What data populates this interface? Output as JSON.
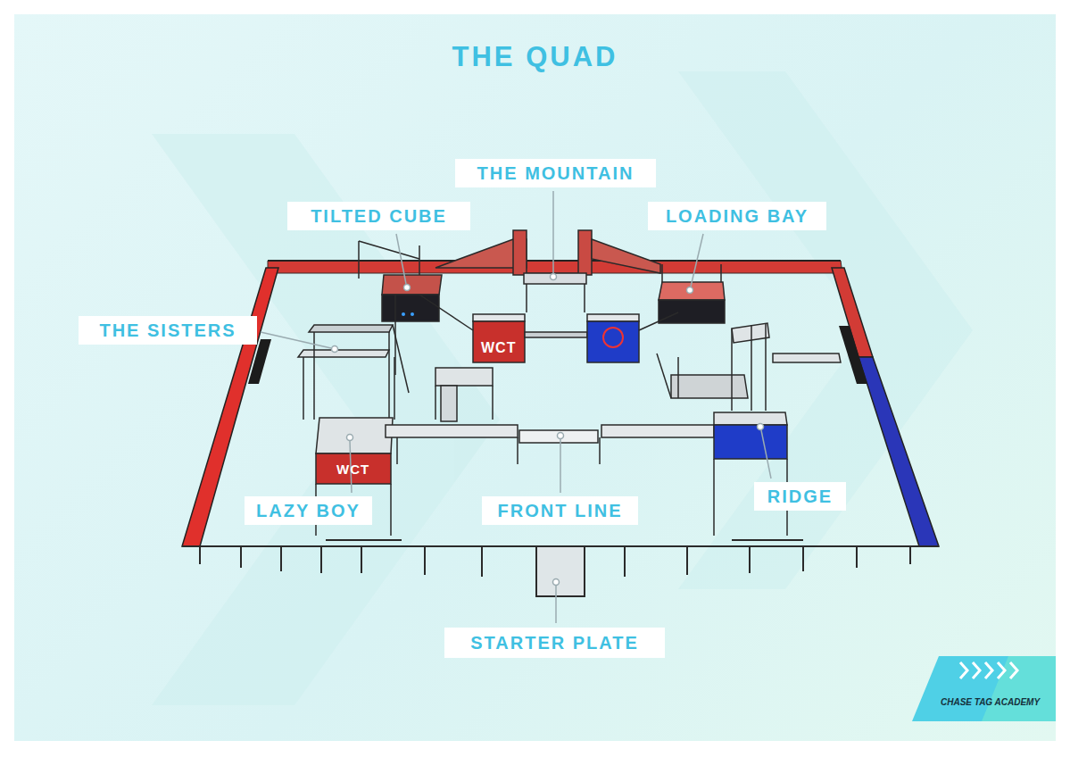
{
  "diagram": {
    "title": "THE QUAD",
    "nodes": [
      {
        "text": [
          "THE MOUNTAIN"
        ]
      },
      {
        "text": [
          "TILTED CUBE"
        ]
      },
      {
        "text": [
          "LOADING BAY"
        ]
      },
      {
        "text": [
          "THE SISTERS"
        ]
      },
      {
        "text": [
          "LAZY BOY"
        ]
      },
      {
        "text": [
          "FRONT LINE"
        ]
      },
      {
        "text": [
          "RIDGE"
        ]
      },
      {
        "text": [
          "STARTER PLATE"
        ]
      }
    ],
    "labels": [
      "WCT",
      "WCT",
      "CHASE TAG ACADEMY"
    ]
  }
}
